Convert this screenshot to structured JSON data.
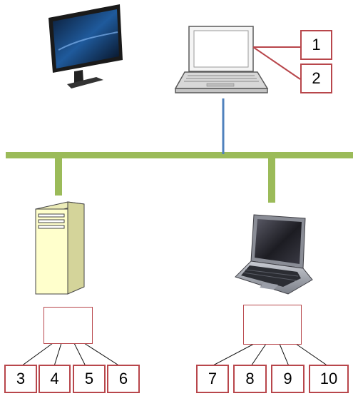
{
  "labels": {
    "l1": "1",
    "l2": "2",
    "l3": "3",
    "l4": "4",
    "l5": "5",
    "l6": "6",
    "l7": "7",
    "l8": "8",
    "l9": "9",
    "l10": "10"
  },
  "icons": {
    "monitor": "desktop-monitor-icon",
    "laptop_outline": "laptop-outline-icon",
    "server": "server-tower-icon",
    "laptop_photo": "laptop-icon"
  },
  "colors": {
    "bus": "#9bbb59",
    "uplink": "#4f81bd",
    "box_border": "#b8464b",
    "server_body": "#ffffcc"
  }
}
